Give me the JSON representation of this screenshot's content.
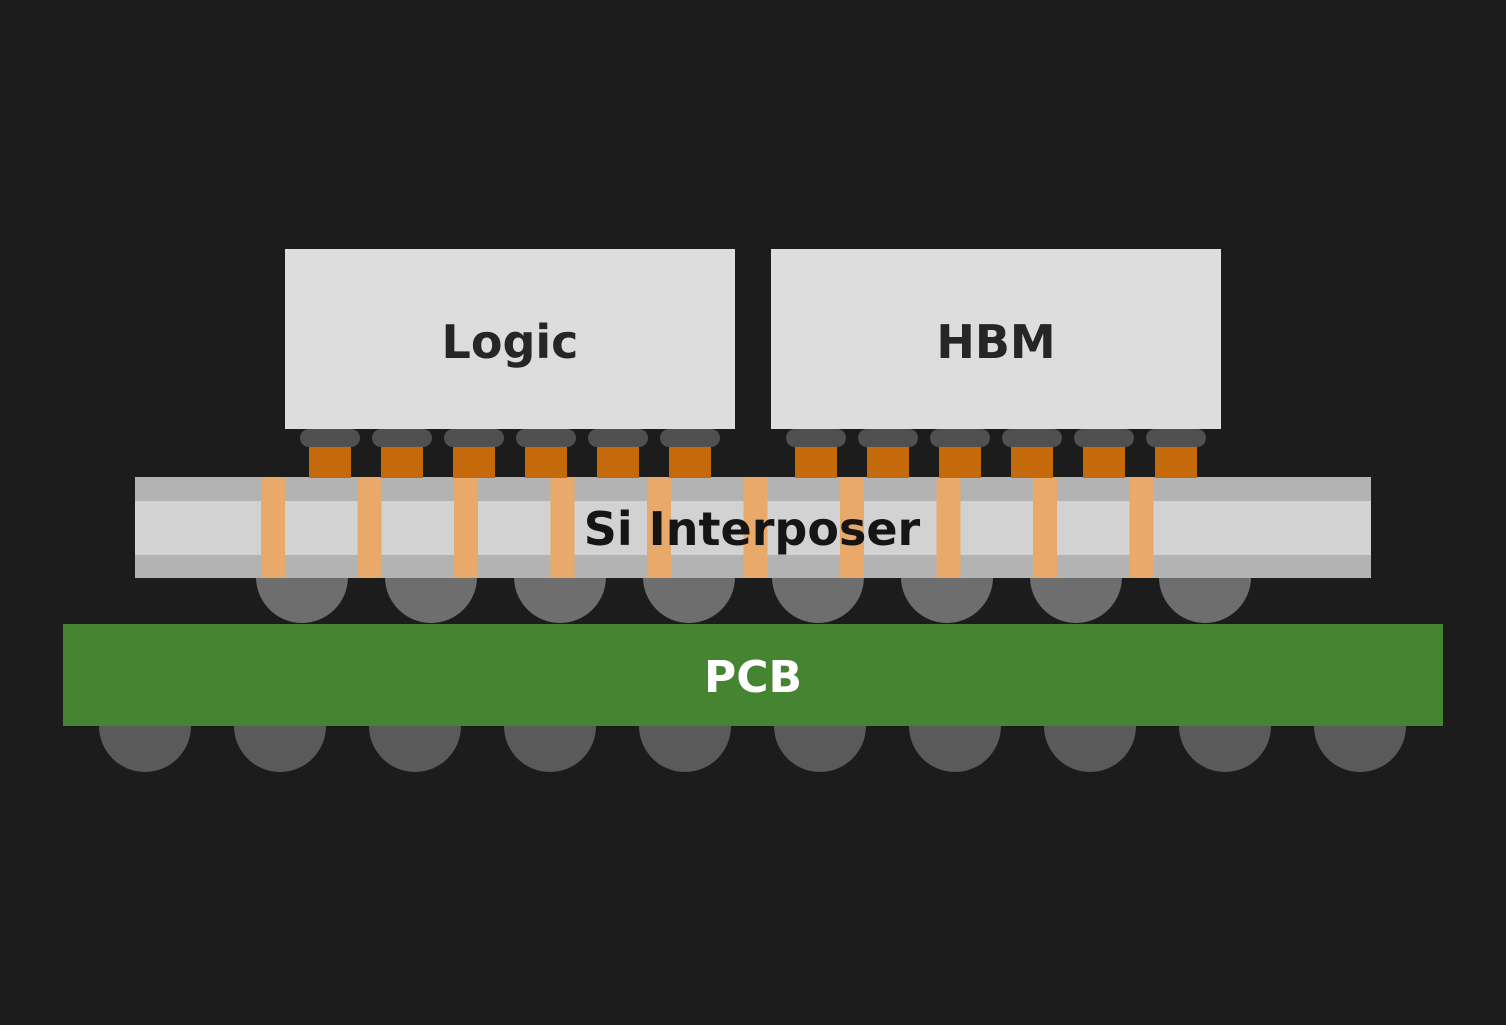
{
  "labels": {
    "logic": "Logic",
    "hbm": "HBM",
    "interposer": "Si Interposer",
    "pcb": "PCB"
  },
  "colors": {
    "background": "#1c1c1c",
    "die": "#dddddd",
    "die_text": "#262626",
    "interposer_core": "#d2d2d2",
    "interposer_edge": "#b3b3b3",
    "via": "#e8a96a",
    "micro_bump": "#c56a0a",
    "bump_cap": "#505050",
    "c4_bump": "#6e6e6e",
    "pcb": "#458431",
    "pcb_text": "#ffffff",
    "bga_ball": "#5a5a5a"
  },
  "counts": {
    "micro_bumps_per_die": 6,
    "tsv_vias": 10,
    "c4_bumps": 8,
    "bga_balls": 10
  }
}
